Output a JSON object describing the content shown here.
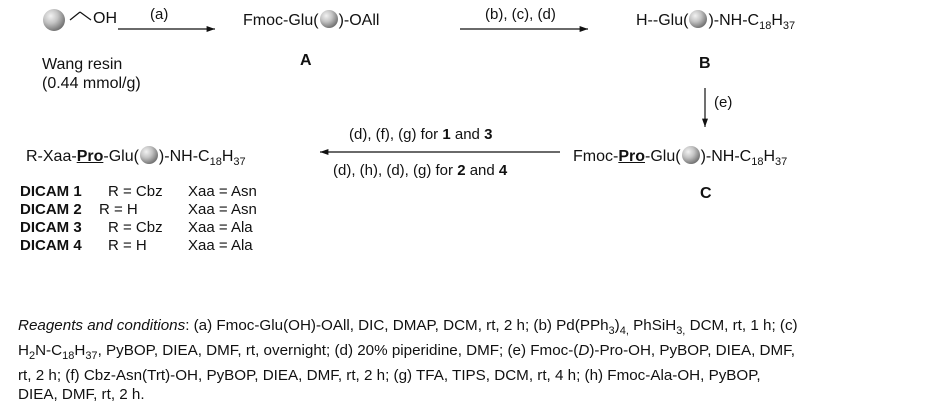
{
  "start": {
    "label": "OH",
    "name": "Wang resin",
    "loading": "(0.44 mmol/g)"
  },
  "arrow1": "(a)",
  "cmpA": {
    "left": "Fmoc-Glu(",
    "right": ")-OAll",
    "tag": "A"
  },
  "arrow2": "(b), (c), (d)",
  "cmpB": {
    "left": "H--Glu(",
    "right": ")-NH-C",
    "sub1": "18",
    "mid": "H",
    "sub2": "37",
    "tag": "B"
  },
  "arrow3": "(e)",
  "cmpC": {
    "fmoc": "Fmoc-",
    "pro": "Pro",
    "glu": "-Glu(",
    "right": ")-NH-C",
    "sub1": "18",
    "mid": "H",
    "sub2": "37",
    "tag": "C"
  },
  "arrow4": {
    "top_pre": "(d), (f), (g) for ",
    "top_b1": "1",
    "top_and": " and ",
    "top_b2": "3",
    "bot_pre": "(d), (h), (d), (g) for ",
    "bot_b1": "2",
    "bot_and": " and ",
    "bot_b2": "4"
  },
  "cmpProduct": {
    "pre": "R-Xaa-",
    "pro": "Pro",
    "glu": "-Glu(",
    "right": ")-NH-C",
    "sub1": "18",
    "mid": "H",
    "sub2": "37"
  },
  "dicam": [
    {
      "name": "DICAM 1",
      "r": "R = Cbz",
      "xaa": "Xaa = Asn"
    },
    {
      "name": "DICAM 2",
      "r": "R = H",
      "xaa": "Xaa = Asn"
    },
    {
      "name": "DICAM 3",
      "r": "R = Cbz",
      "xaa": "Xaa = Ala"
    },
    {
      "name": "DICAM 4",
      "r": "R = H",
      "xaa": "Xaa = Ala"
    }
  ],
  "reagents": {
    "heading": "Reagents and conditions",
    "line1": ": (a) Fmoc-Glu(OH)-OAll, DIC, DMAP, DCM, rt, 2 h; (b) Pd(PPh",
    "line1_sub": "3",
    "line1_b": ")",
    "line1_sub2": "4,",
    "line1_c": " PhSiH",
    "line1_sub3": "3,",
    "line1_d": " DCM, rt, 1 h; (c)",
    "line2_a": "H",
    "line2_sub": "2",
    "line2_b": "N-C",
    "line2_sub2": "18",
    "line2_c": "H",
    "line2_sub3": "37",
    "line2_d": ", PyBOP, DIEA, DMF, rt, overnight; (d) 20% piperidine, DMF; (e) Fmoc-(",
    "line2_e": "D",
    "line2_f": ")-Pro-OH, PyBOP, DIEA, DMF,",
    "line3": "rt, 2 h; (f) Cbz-Asn(Trt)-OH, PyBOP, DIEA, DMF, rt, 2 h; (g) TFA, TIPS, DCM, rt, 4 h; (h) Fmoc-Ala-OH, PyBOP,",
    "line4": "DIEA, DMF, rt, 2 h."
  }
}
